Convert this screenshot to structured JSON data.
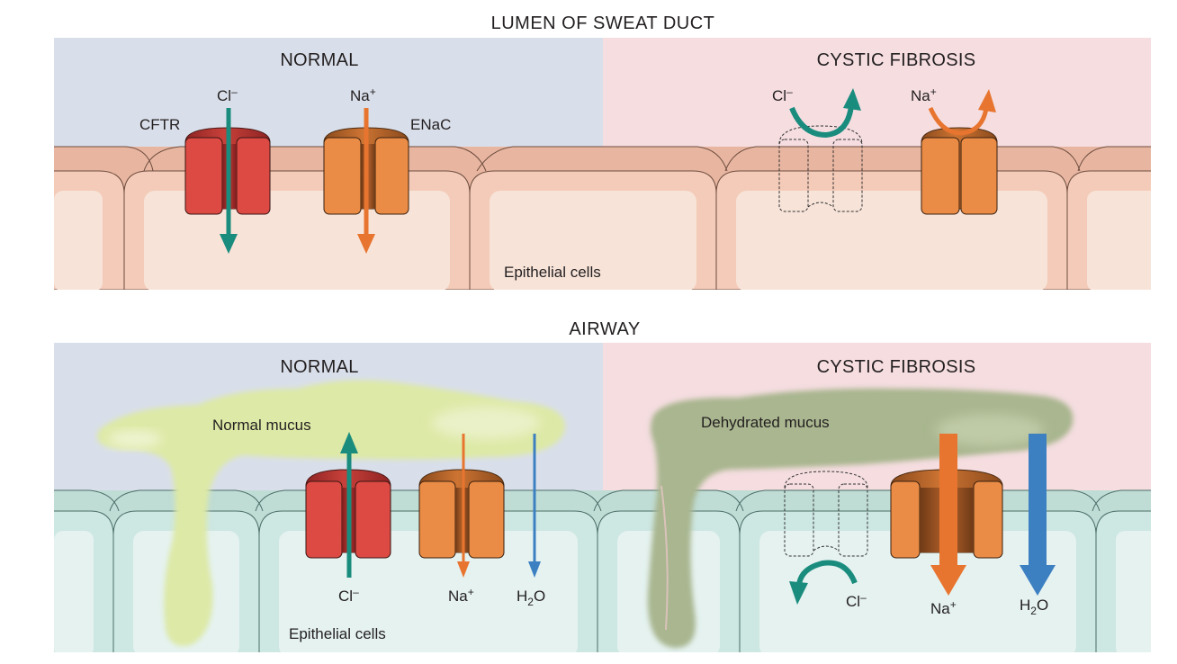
{
  "colors": {
    "normal_bg": "#d9dfea",
    "cf_bg": "#f5dde0",
    "cftr_red": "#dc4a43",
    "enac_orange": "#ea8c45",
    "chloride_teal": "#1a8c7e",
    "sodium_orange": "#e8752f",
    "water_blue": "#3d80c2",
    "normal_mucus": "#dde9a6",
    "dehydrated_mucus": "#a9b68f"
  },
  "sweat_duct": {
    "title": "LUMEN OF SWEAT DUCT",
    "normal_label": "NORMAL",
    "cf_label": "CYSTIC FIBROSIS",
    "cftr_label": "CFTR",
    "enac_label": "ENaC",
    "cl_ion": "Cl",
    "cl_charge": "–",
    "na_ion": "Na",
    "na_charge": "+",
    "cells_label": "Epithelial cells"
  },
  "airway": {
    "title": "AIRWAY",
    "normal_label": "NORMAL",
    "cf_label": "CYSTIC FIBROSIS",
    "normal_mucus_label": "Normal mucus",
    "dehydrated_mucus_label": "Dehydrated mucus",
    "cl_ion": "Cl",
    "cl_charge": "–",
    "na_ion": "Na",
    "na_charge": "+",
    "h2o_h": "H",
    "h2o_sub": "2",
    "h2o_o": "O",
    "cells_label": "Epithelial cells"
  }
}
